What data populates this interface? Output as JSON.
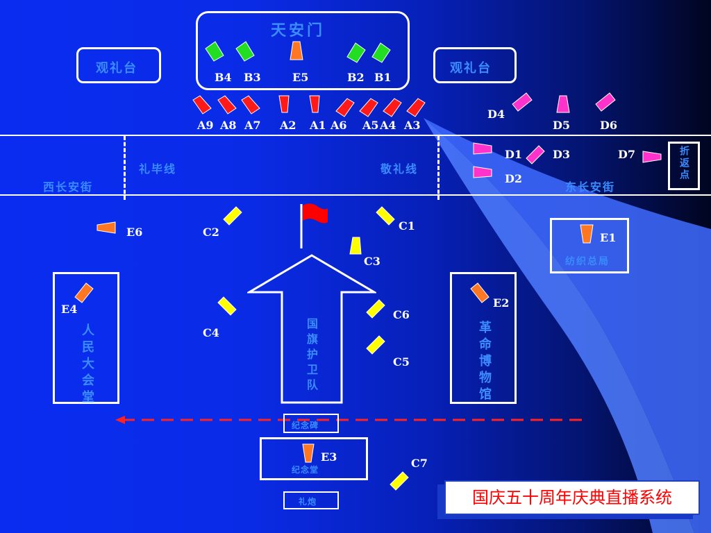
{
  "colors": {
    "camA": "#ff1a1a",
    "camB": "#22dd22",
    "camC": "#ffff00",
    "camD": "#ff33cc",
    "camE": "#ff7722",
    "flag": "#ff0000",
    "label_blue": "#3a8cff",
    "arrow": "#ff0000"
  },
  "tiananmen": {
    "title": "天安门"
  },
  "stands": {
    "left": "观礼台",
    "right": "观礼台"
  },
  "roads": {
    "west": "西长安街",
    "east": "东长安街",
    "salute_end": "礼毕线",
    "salute_line": "敬礼线"
  },
  "turn_point": "折返点",
  "buildings": {
    "textile": "纺织总局",
    "great_hall": "人民大会堂",
    "flag_guard": "国旗护卫队",
    "museum": "革命博物馆",
    "monument": "纪念碑",
    "memorial": "纪念堂",
    "salute_gun": "礼炮"
  },
  "cameras": {
    "B4": "B4",
    "B3": "B3",
    "E5": "E5",
    "B2": "B2",
    "B1": "B1",
    "A9": "A9",
    "A8": "A8",
    "A7": "A7",
    "A2": "A2",
    "A1": "A1",
    "A6": "A6",
    "A5": "A5",
    "A4": "A4",
    "A3": "A3",
    "D1": "D1",
    "D2": "D2",
    "D3": "D3",
    "D4": "D4",
    "D5": "D5",
    "D6": "D6",
    "D7": "D7",
    "C1": "C1",
    "C2": "C2",
    "C3": "C3",
    "C4": "C4",
    "C5": "C5",
    "C6": "C6",
    "C7": "C7",
    "E1": "E1",
    "E2": "E2",
    "E3": "E3",
    "E4": "E4",
    "E6": "E6"
  },
  "footer_title": "国庆五十周年庆典直播系统"
}
